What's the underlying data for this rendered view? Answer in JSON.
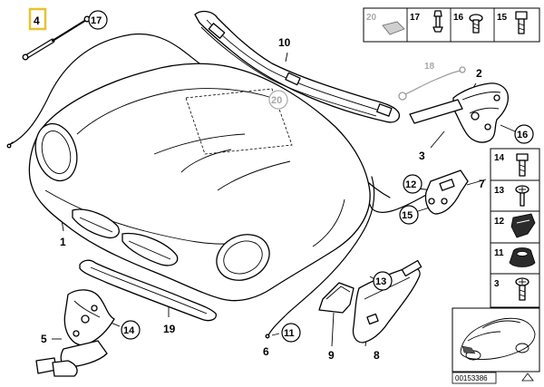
{
  "diagram": {
    "callouts": {
      "c1": "1",
      "c2": "2",
      "c3": "3",
      "c4": "4",
      "c5": "5",
      "c6": "6",
      "c7": "7",
      "c8": "8",
      "c9": "9",
      "c10": "10",
      "c11": "11",
      "c12": "12",
      "c13": "13",
      "c14": "14",
      "c15": "15",
      "c16": "16",
      "c17": "17",
      "c18": "18",
      "c19": "19",
      "c20": "20"
    },
    "top_legend": [
      "20",
      "17",
      "16",
      "15"
    ],
    "side_legend": [
      "14",
      "13",
      "12",
      "11",
      "3"
    ],
    "diagram_id": "00153386",
    "highlight_color": "#e8c22e",
    "grey_color": "#a8a8a8"
  }
}
